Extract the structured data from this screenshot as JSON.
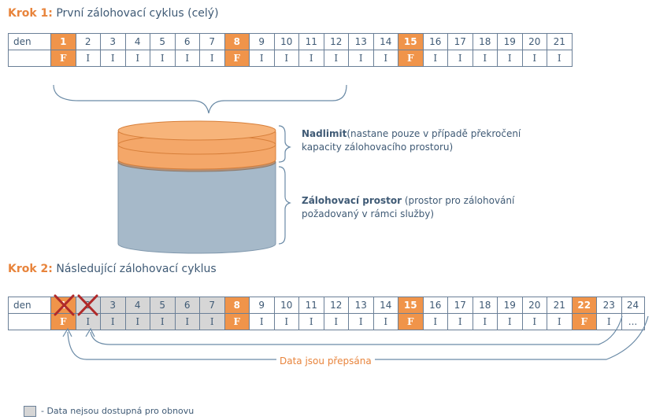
{
  "step1": {
    "lead": "Krok 1:",
    "rest": " První zálohovací cyklus (celý)",
    "day_label": "den",
    "days": [
      "1",
      "2",
      "3",
      "4",
      "5",
      "6",
      "7",
      "8",
      "9",
      "10",
      "11",
      "12",
      "13",
      "14",
      "15",
      "16",
      "17",
      "18",
      "19",
      "20",
      "21"
    ],
    "types": [
      "F",
      "I",
      "I",
      "I",
      "I",
      "I",
      "I",
      "F",
      "I",
      "I",
      "I",
      "I",
      "I",
      "I",
      "F",
      "I",
      "I",
      "I",
      "I",
      "I",
      "I"
    ]
  },
  "overlimit": {
    "title": "Nadlimit",
    "desc_line1": "(nastane pouze v případě překročení",
    "desc_line2": "kapacity zálohovacího prostoru)"
  },
  "backup_space": {
    "title": "Zálohovací prostor",
    "desc_line1": " (prostor pro zálohování",
    "desc_line2": "požadovaný v rámci služby)"
  },
  "step2": {
    "lead": "Krok 2:",
    "rest": " Následující zálohovací cyklus",
    "day_label": "den",
    "days": [
      "1",
      "2",
      "3",
      "4",
      "5",
      "6",
      "7",
      "8",
      "9",
      "10",
      "11",
      "12",
      "13",
      "14",
      "15",
      "16",
      "17",
      "18",
      "19",
      "20",
      "21",
      "22",
      "23",
      "24"
    ],
    "types": [
      "F",
      "I",
      "I",
      "I",
      "I",
      "I",
      "I",
      "F",
      "I",
      "I",
      "I",
      "I",
      "I",
      "I",
      "F",
      "I",
      "I",
      "I",
      "I",
      "I",
      "I",
      "F",
      "I",
      "..."
    ],
    "overwrite_label": "Data jsou přepsána"
  },
  "legend": {
    "text": "- Data nejsou dostupná pro obnovu"
  },
  "colors": {
    "full_backup": "#f0944a",
    "unavailable": "#d6d6d6",
    "text": "#3f5a75",
    "accent": "#e8843c",
    "cross": "#b02a2a"
  }
}
